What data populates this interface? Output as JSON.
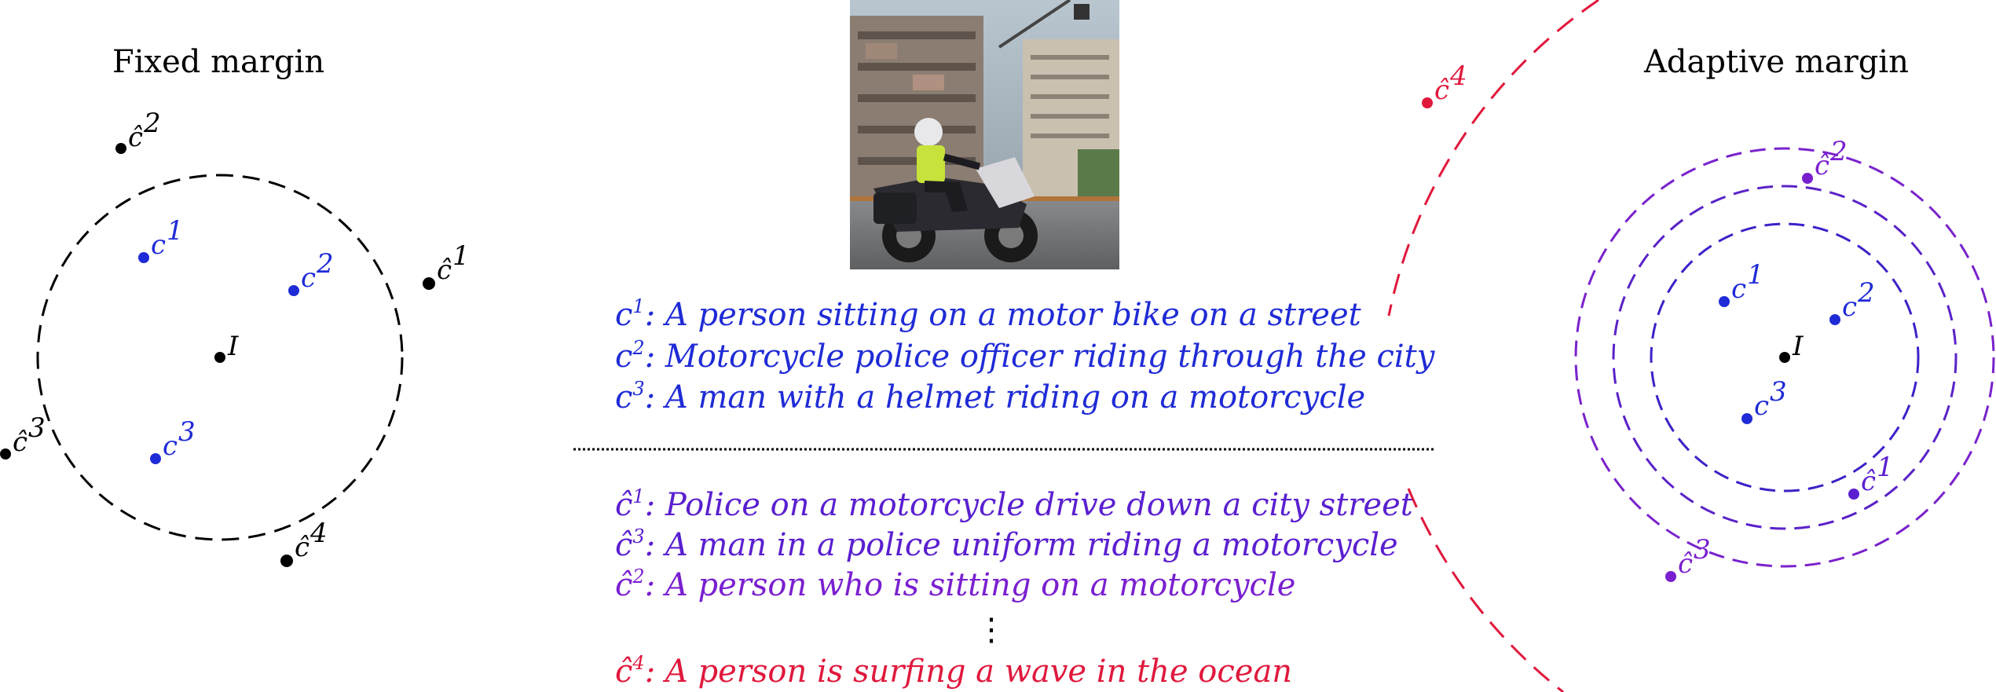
{
  "left_panel": {
    "title": "Fixed margin",
    "center_label": "I",
    "labels": {
      "c1": "c",
      "c2": "c",
      "c3": "c",
      "ch1": "ĉ",
      "ch2": "ĉ",
      "ch3": "ĉ",
      "ch4": "ĉ"
    },
    "sups": {
      "s1": "1",
      "s2": "2",
      "s3": "3",
      "s4": "4"
    }
  },
  "right_panel": {
    "title": "Adaptive margin",
    "center_label": "I"
  },
  "captions": {
    "positive": [
      {
        "symbol": "c",
        "sup": "1",
        "text": ": A person sitting on a motor bike on a street"
      },
      {
        "symbol": "c",
        "sup": "2",
        "text": ": Motorcycle police officer riding through the city"
      },
      {
        "symbol": "c",
        "sup": "3",
        "text": ": A man with a helmet riding on a motorcycle"
      }
    ],
    "negative": [
      {
        "symbol": "ĉ",
        "sup": "1",
        "text": ": Police on a motorcycle drive down a city street"
      },
      {
        "symbol": "ĉ",
        "sup": "3",
        "text": ": A man in a police uniform riding a motorcycle"
      },
      {
        "symbol": "ĉ",
        "sup": "2",
        "text": ": A person who is sitting on a motorcycle"
      },
      {
        "symbol": "ĉ",
        "sup": "4",
        "text": ": A person is surfing a wave in the ocean"
      }
    ],
    "ellipsis": "⋮"
  },
  "colors": {
    "positive": "#1f2bd6",
    "near_negative": "#7a1fd0",
    "far_negative": "#e0183c",
    "inner_ring": "#3a22c8",
    "outer_ring": "#7a22cc",
    "ink": "#000000"
  },
  "image": {
    "description_icon": "motorcycle-photo"
  }
}
